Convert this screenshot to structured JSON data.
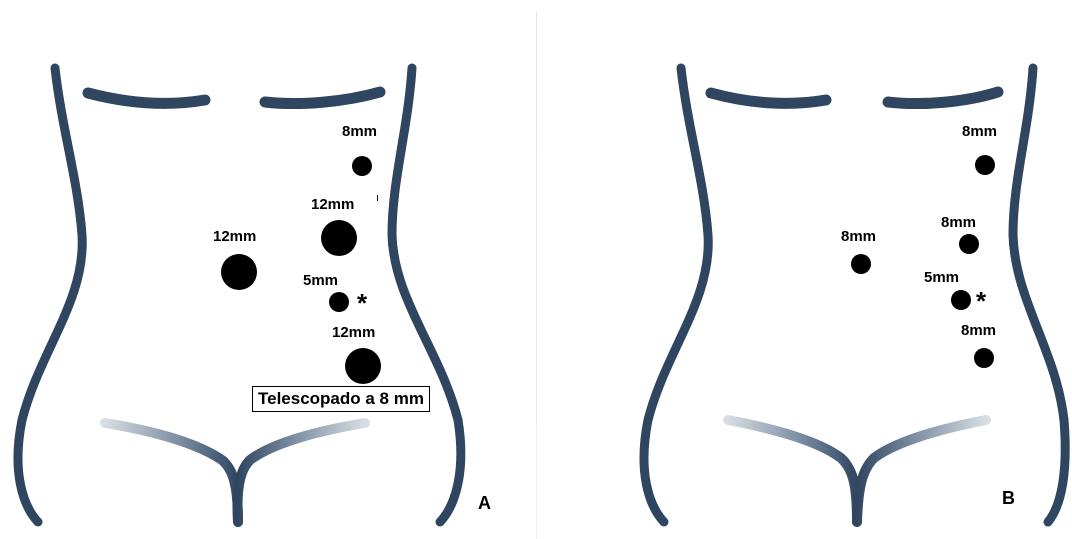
{
  "panel_a": {
    "ports": [
      {
        "label": "8mm"
      },
      {
        "label": "12mm"
      },
      {
        "label": "12mm"
      },
      {
        "label": "5mm"
      },
      {
        "label": "12mm"
      }
    ],
    "asterisk": "*",
    "callout": "Telescopado a 8 mm",
    "letter": "A"
  },
  "panel_b": {
    "ports": [
      {
        "label": "8mm"
      },
      {
        "label": "8mm"
      },
      {
        "label": "8mm"
      },
      {
        "label": "5mm"
      },
      {
        "label": "8mm"
      }
    ],
    "asterisk": "*",
    "letter": "B"
  },
  "colors": {
    "torso_outline": "#2f4560",
    "torso_highlight": "#5b7088",
    "groin_fade": "#d8dde3",
    "port_fill": "#000000"
  }
}
